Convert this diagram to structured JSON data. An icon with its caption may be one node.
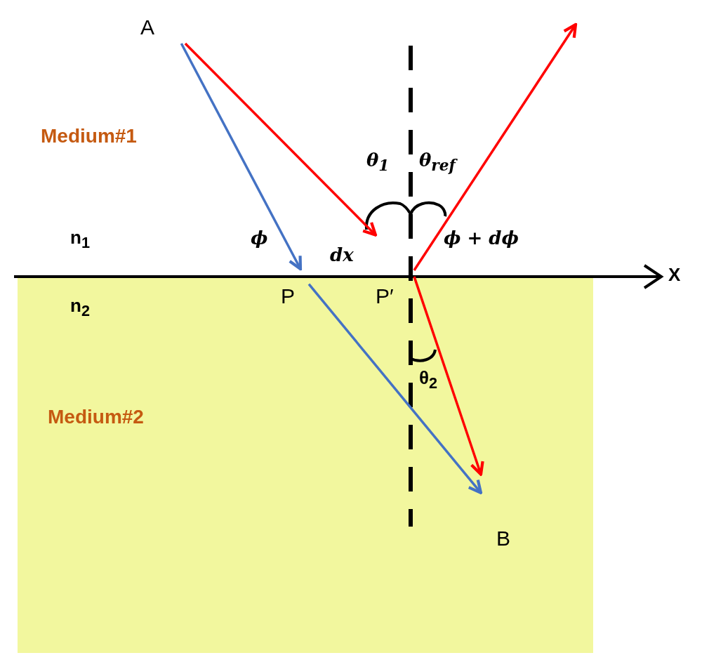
{
  "diagram": {
    "nodes": [
      {
        "text": [
          "A"
        ]
      },
      {
        "text": [
          "P"
        ]
      },
      {
        "text": [
          "P′"
        ]
      },
      {
        "text": [
          "B"
        ]
      }
    ],
    "edges": [
      {
        "from": 0,
        "to": 1,
        "arrow": "to",
        "color": "#4472c4"
      },
      {
        "from": 1,
        "to": 3,
        "arrow": "to",
        "color": "#4472c4"
      },
      {
        "from": 0,
        "to": 2,
        "arrow": "to",
        "color": "#ff0000"
      },
      {
        "from": 2,
        "to": null,
        "arrow": "to",
        "color": "#ff0000"
      },
      {
        "from": 2,
        "to": 3,
        "arrow": "to",
        "color": "#ff0000"
      }
    ],
    "labels": [
      "Medium#1",
      "θ$_{1}$",
      "θ$_{ref}$",
      "n$_{1}$",
      "ϕ",
      "dx",
      "ϕ + dϕ",
      "X",
      "n$_{2}$",
      "θ$_{2}$",
      "Medium#2"
    ]
  }
}
